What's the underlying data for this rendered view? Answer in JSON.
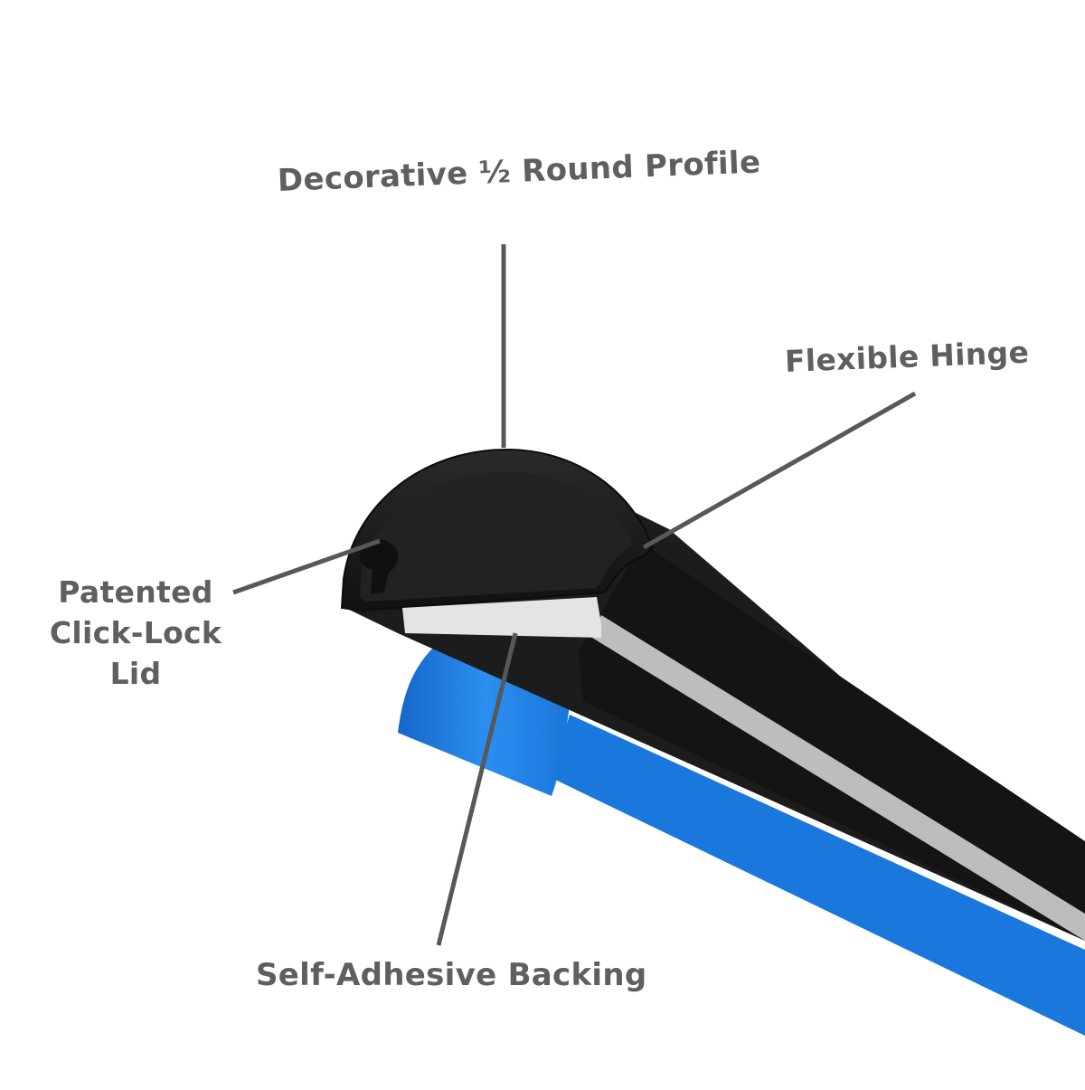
{
  "labels": {
    "profile": "Decorative ½ Round Profile",
    "hinge": "Flexible Hinge",
    "lid_line1": "Patented",
    "lid_line2": "Click-Lock",
    "lid_line3": "Lid",
    "backing": "Self-Adhesive Backing"
  },
  "colors": {
    "label_text": "#5f5f61",
    "leader_line": "#58585a",
    "channel_body": "#1b1b1c",
    "adhesive_strip": "#d8d8d8",
    "liner_tape": "#1e7fe0"
  }
}
